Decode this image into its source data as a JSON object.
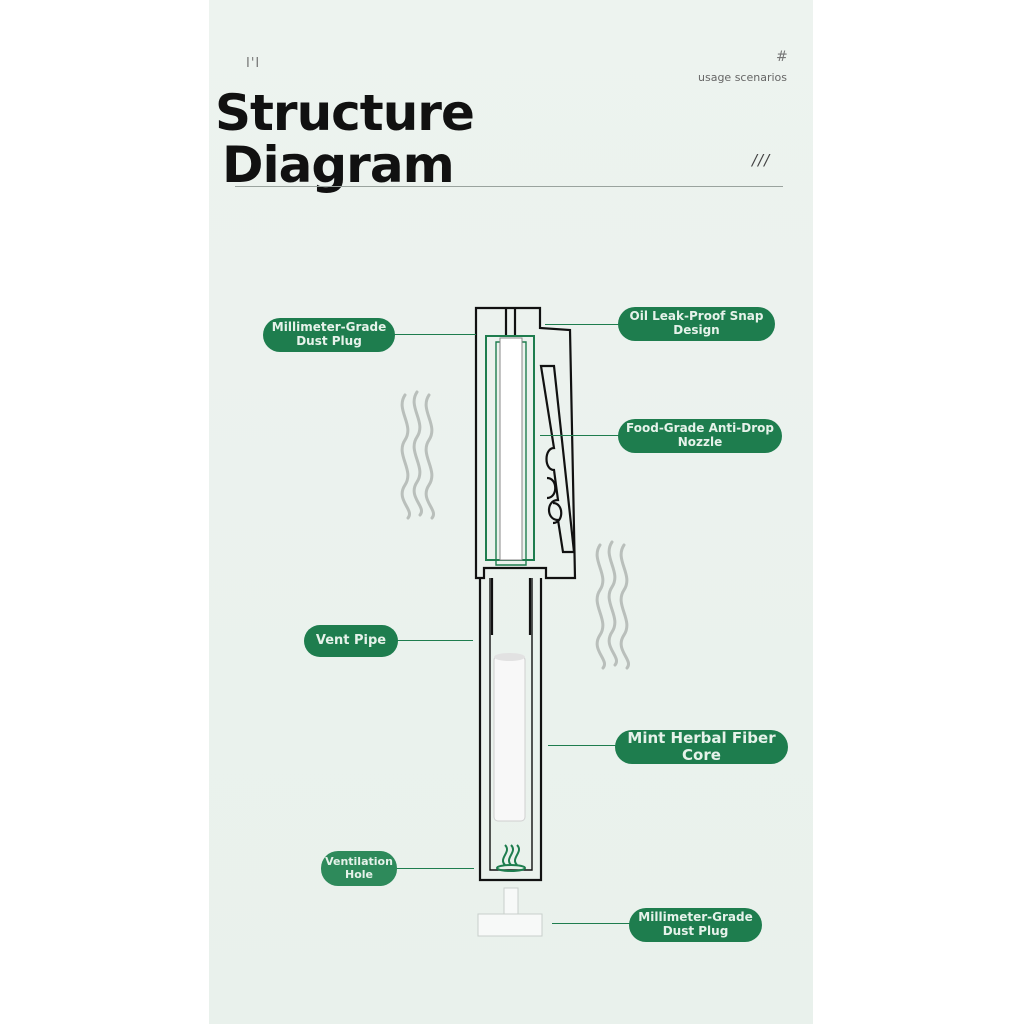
{
  "header": {
    "mark_left": "I'I",
    "mark_right": "#",
    "scenarios": "usage scenarios",
    "title_line1": "Structure",
    "title_line2": "Diagram",
    "slashes": "///"
  },
  "colors": {
    "accent": "#1e7d4e",
    "outline": "#111111",
    "background": "#edf3ef"
  },
  "labels": {
    "dust_plug_top": "Millimeter-Grade\nDust Plug",
    "snap_design": "Oil Leak-Proof Snap\nDesign",
    "nozzle": "Food-Grade Anti-Drop\nNozzle",
    "vent_pipe": "Vent Pipe",
    "fiber_core": "Mint Herbal Fiber\nCore",
    "ventilation_hole": "Ventilation\nHole",
    "dust_plug_bottom": "Millimeter-Grade\nDust Plug"
  }
}
